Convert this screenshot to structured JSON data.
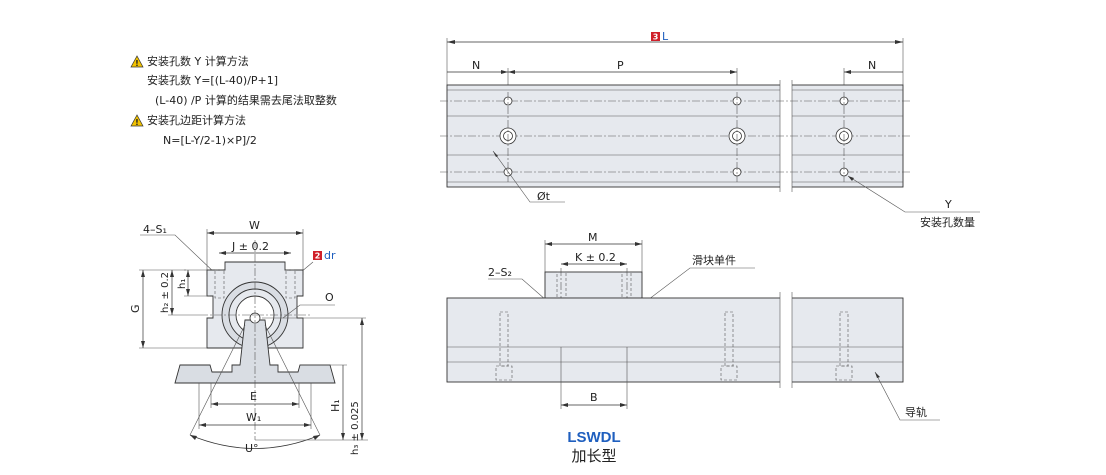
{
  "notes": {
    "line1": "安装孔数 Y 计算方法",
    "line2": "安装孔数 Y=[(L-40)/P+1]",
    "line3": "(L-40) /P 计算的结果需去尾法取整数",
    "line4": "安装孔边距计算方法",
    "line5": "N=[L-Y/2-1)×P]/2"
  },
  "top_view": {
    "badge_L": "3",
    "label_L": "L",
    "label_N_left": "N",
    "label_P": "P",
    "label_N_right": "N",
    "label_t": "Øt",
    "label_Y": "Y",
    "label_Y_desc": "安装孔数量"
  },
  "section_view": {
    "label_4S1": "4–S₁",
    "label_W": "W",
    "label_J": "J ± 0.2",
    "badge_dr": "2",
    "label_dr": "dr",
    "label_h1": "h₁",
    "label_h2": "h₂ ± 0.2",
    "label_G": "G",
    "label_O": "O",
    "label_E": "E",
    "label_W1": "W₁",
    "label_U": "U°",
    "label_H1": "H₁",
    "label_h3": "h₃ ± 0.025"
  },
  "front_view": {
    "label_M": "M",
    "label_K": "K ± 0.2",
    "label_2S2": "2–S₂",
    "label_slider": "滑块单件",
    "label_B": "B",
    "label_rail": "导轨"
  },
  "title": {
    "model": "LSWDL",
    "subtitle": "加长型"
  },
  "colors": {
    "accent": "#1f5fbf",
    "badge": "#d0202a",
    "warning": "#f2c200"
  }
}
